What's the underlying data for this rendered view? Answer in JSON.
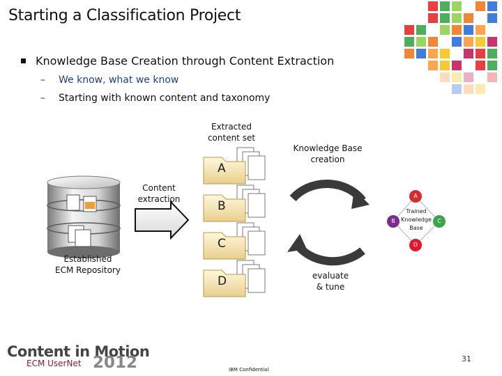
{
  "slide": {
    "title": "Starting a Classification Project",
    "bullet": "Knowledge Base Creation through Content Extraction",
    "subbullets": [
      "We know, what we know",
      "Starting with known content and taxonomy"
    ]
  },
  "diagram": {
    "repository_label": "Established ECM Repository",
    "repository_label_lines": [
      "Established",
      "ECM Repository"
    ],
    "extraction_label_lines": [
      "Content",
      "extraction"
    ],
    "extracted_set_label_lines": [
      "Extracted",
      "content set"
    ],
    "folders": [
      "A",
      "B",
      "C",
      "D"
    ],
    "kb_creation_label_lines": [
      "Knowledge Base",
      "creation"
    ],
    "evaluate_label_lines": [
      "evaluate",
      "& tune"
    ],
    "trained_kb": {
      "center_lines": [
        "Trained",
        "Knowledge",
        "Base"
      ],
      "nodes": [
        "A",
        "B",
        "C",
        "D"
      ]
    }
  },
  "footer": {
    "brand": "Content in Motion",
    "sub_brand": "ECM UserNet",
    "year": "2012",
    "page_number": "31",
    "confidential": "IBM Confidential"
  },
  "colors": {
    "accent_red": "#d92b2b",
    "node_purple": "#7b2c8c",
    "node_green": "#3aa64a",
    "node_red": "#e0182a",
    "subbullet_blue": "#1f3f8a"
  }
}
